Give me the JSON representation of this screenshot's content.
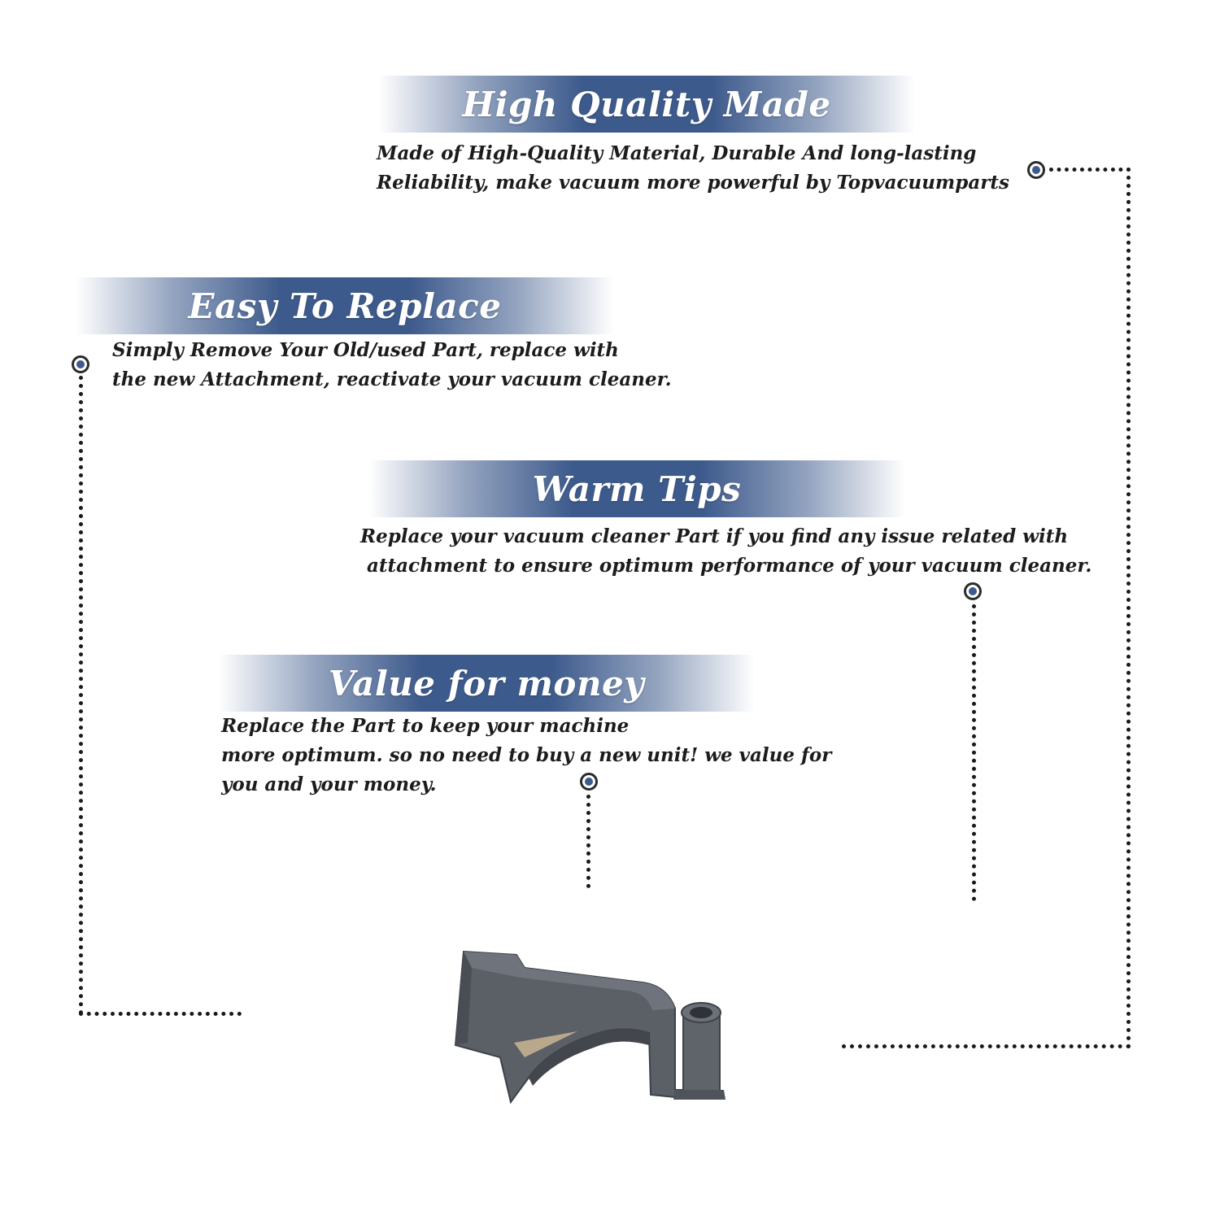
{
  "features": [
    {
      "title": "High Quality Made",
      "lines": [
        "Made of  High-Quality Material, Durable And long-lasting",
        "Reliability, make vacuum more powerful by Topvacuumparts"
      ]
    },
    {
      "title": "Easy To Replace",
      "lines": [
        "Simply Remove Your Old/used Part, replace with",
        "the new Attachment, reactivate your vacuum cleaner."
      ]
    },
    {
      "title": "Warm Tips",
      "lines": [
        "Replace your vacuum cleaner Part if you find any issue related with",
        " attachment to ensure optimum performance of your vacuum cleaner."
      ]
    },
    {
      "title": "Value for money",
      "lines": [
        "Replace the Part to keep your machine",
        "more optimum. so no need to buy a new unit! we value for",
        "you and your money."
      ]
    }
  ],
  "colors": {
    "banner": "#3d5a8c",
    "marker_dot": "#3d5a8c",
    "part_body": "#5b5f66",
    "text": "#1c1c1c"
  },
  "product": {
    "icon": "vacuum-part-image"
  }
}
